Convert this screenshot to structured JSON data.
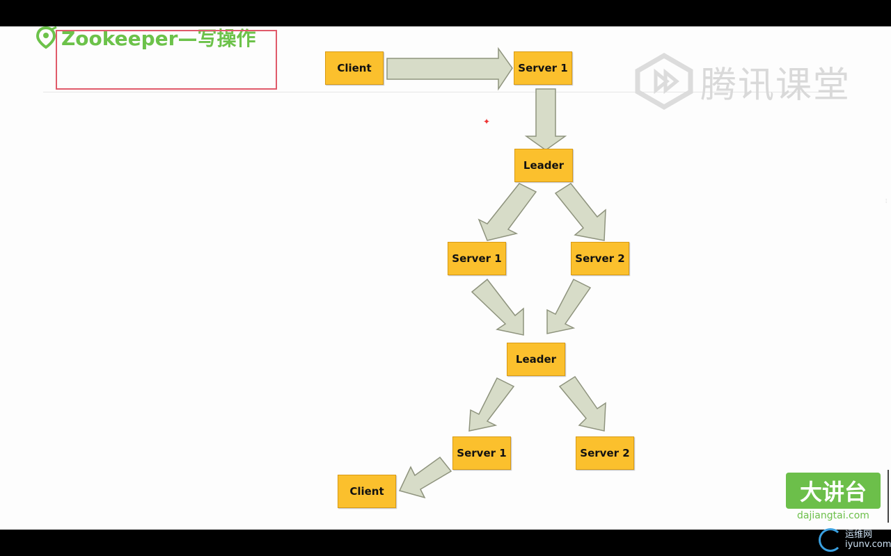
{
  "title": "Zookeeper—写操作",
  "watermarks": {
    "tencent": "腾讯课堂",
    "djt_brand": "大讲台",
    "djt_url": "dajiangtai.com",
    "site_cn": "运维网",
    "site_en": "iyunv.com"
  },
  "nodes": {
    "client_top": "Client",
    "server1_top": "Server 1",
    "leader1": "Leader",
    "server1_mid": "Server 1",
    "server2_mid": "Server 2",
    "leader2": "Leader",
    "server1_bot": "Server 1",
    "server2_bot": "Server 2",
    "client_bot": "Client"
  },
  "colors": {
    "node_fill": "#fbc02d",
    "arrow_fill": "#d7dcc8",
    "title_green": "#6cc24a",
    "highlight_box": "#e05a6a"
  }
}
